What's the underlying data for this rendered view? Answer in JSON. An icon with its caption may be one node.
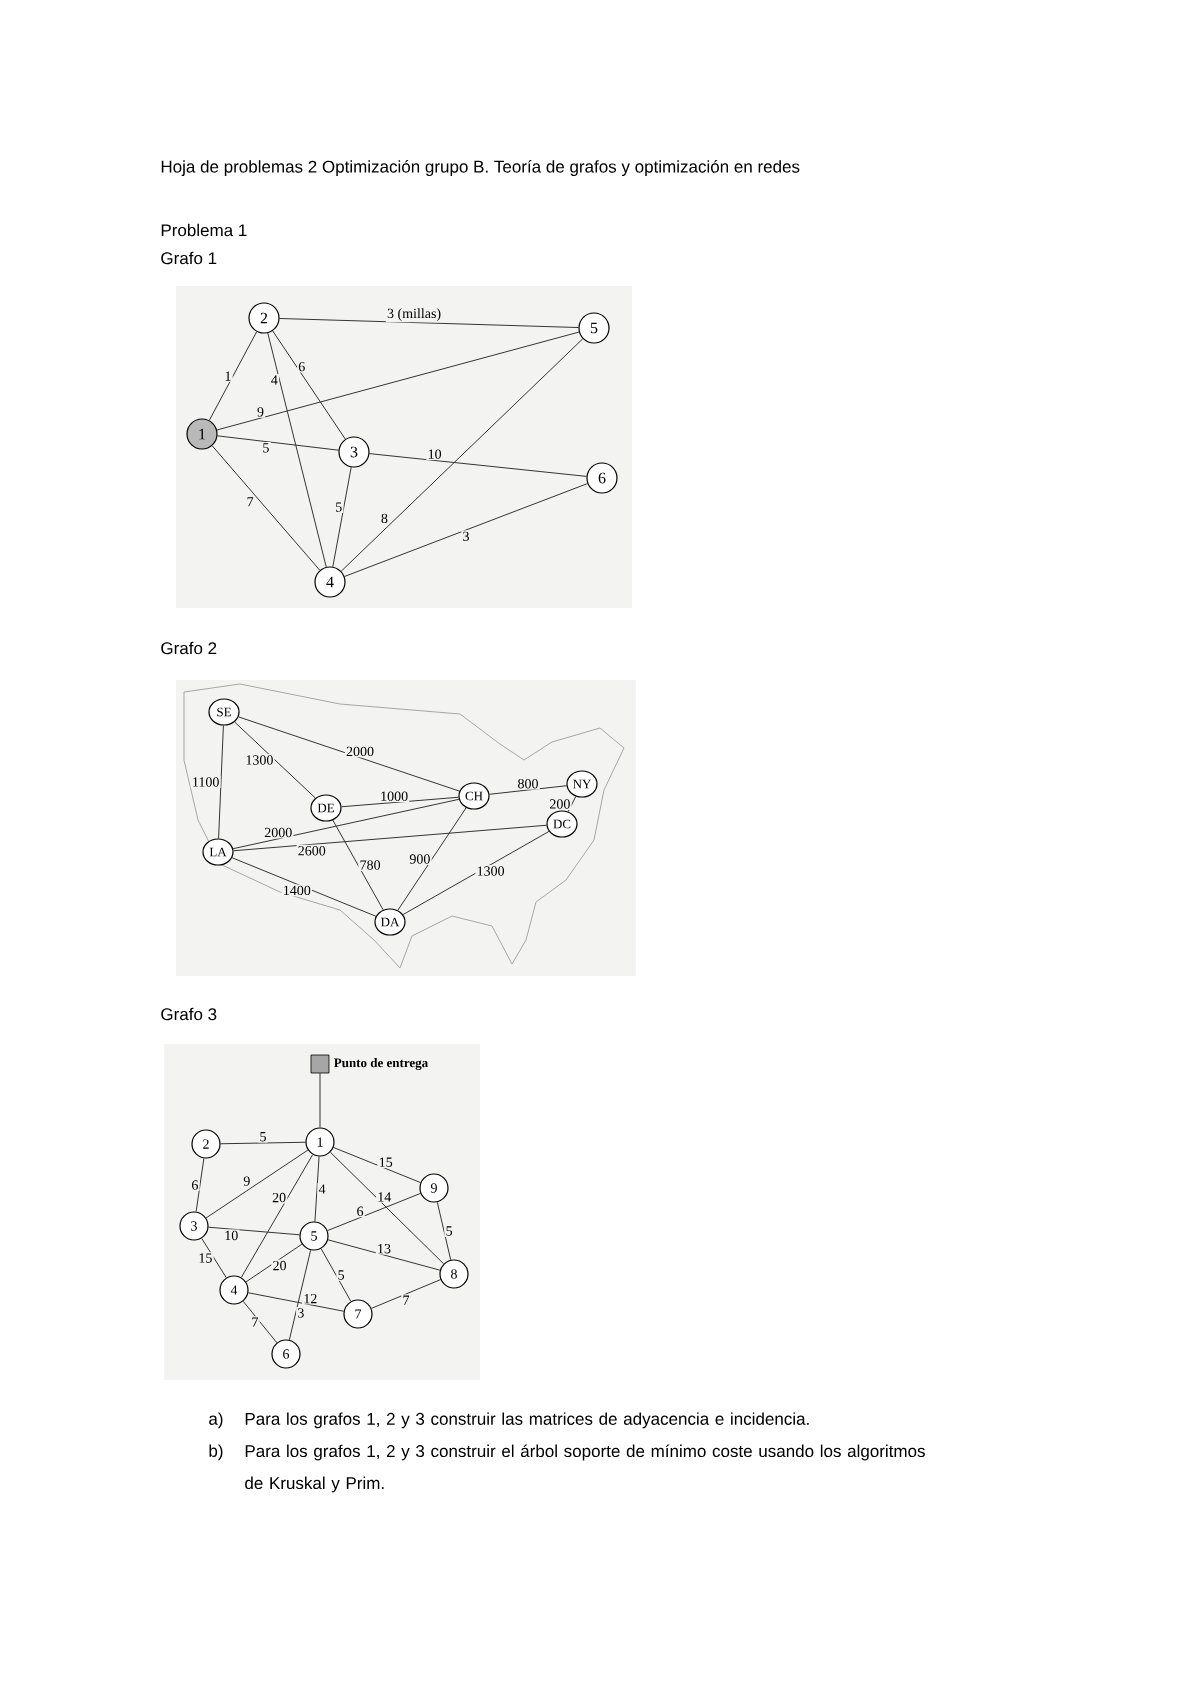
{
  "diagram": {
    "title": "Hoja de problemas 2 Optimización grupo B. Teoría de grafos y optimización en redes",
    "nodes": [
      {
        "text": [
          "1"
        ]
      },
      {
        "text": [
          "2"
        ]
      },
      {
        "text": [
          "3"
        ]
      },
      {
        "text": [
          "4"
        ]
      },
      {
        "text": [
          "5"
        ]
      },
      {
        "text": [
          "6"
        ]
      },
      {
        "text": [
          "SE"
        ]
      },
      {
        "text": [
          "DE"
        ]
      },
      {
        "text": [
          "CH"
        ]
      },
      {
        "text": [
          "NY"
        ]
      },
      {
        "text": [
          "DC"
        ]
      },
      {
        "text": [
          "LA"
        ]
      },
      {
        "text": [
          "DA"
        ]
      },
      {
        "text": [
          "Punto de entrega"
        ]
      },
      {
        "text": [
          "1"
        ]
      },
      {
        "text": [
          "2"
        ]
      },
      {
        "text": [
          "3"
        ]
      },
      {
        "text": [
          "4"
        ]
      },
      {
        "text": [
          "5"
        ]
      },
      {
        "text": [
          "6"
        ]
      },
      {
        "text": [
          "7"
        ]
      },
      {
        "text": [
          "8"
        ]
      },
      {
        "text": [
          "9"
        ]
      }
    ],
    "edges": [
      {
        "from": 1,
        "to": 4,
        "arrow": "none",
        "label": "3 (millas)"
      },
      {
        "from": 0,
        "to": 1,
        "arrow": "none",
        "label": "1"
      },
      {
        "from": 1,
        "to": 3,
        "arrow": "none",
        "label": "4"
      },
      {
        "from": 1,
        "to": 2,
        "arrow": "none",
        "label": "6"
      },
      {
        "from": 0,
        "to": 4,
        "arrow": "none",
        "label": "9"
      },
      {
        "from": 0,
        "to": 2,
        "arrow": "none",
        "label": "5"
      },
      {
        "from": 0,
        "to": 3,
        "arrow": "none",
        "label": "7"
      },
      {
        "from": 2,
        "to": 3,
        "arrow": "none",
        "label": "5"
      },
      {
        "from": 2,
        "to": 5,
        "arrow": "none",
        "label": "10"
      },
      {
        "from": 3,
        "to": 4,
        "arrow": "none",
        "label": "8"
      },
      {
        "from": 3,
        "to": 5,
        "arrow": "none",
        "label": "3"
      },
      {
        "from": 6,
        "to": 11,
        "arrow": "none",
        "label": "1100"
      },
      {
        "from": 6,
        "to": 7,
        "arrow": "none",
        "label": "1300"
      },
      {
        "from": 6,
        "to": 8,
        "arrow": "none",
        "label": "2000"
      },
      {
        "from": 7,
        "to": 8,
        "arrow": "none",
        "label": "1000"
      },
      {
        "from": 8,
        "to": 9,
        "arrow": "none",
        "label": "800"
      },
      {
        "from": 9,
        "to": 10,
        "arrow": "none",
        "label": "200"
      },
      {
        "from": 11,
        "to": 8,
        "arrow": "none",
        "label": "2000"
      },
      {
        "from": 11,
        "to": 10,
        "arrow": "none",
        "label": "2600"
      },
      {
        "from": 11,
        "to": 12,
        "arrow": "none",
        "label": "1400"
      },
      {
        "from": 7,
        "to": 12,
        "arrow": "none",
        "label": "780"
      },
      {
        "from": 8,
        "to": 12,
        "arrow": "none",
        "label": "900"
      },
      {
        "from": 12,
        "to": 10,
        "arrow": "none",
        "label": "1300"
      },
      {
        "from": 13,
        "to": 14,
        "arrow": "none"
      },
      {
        "from": 14,
        "to": 15,
        "arrow": "none",
        "label": "5"
      },
      {
        "from": 15,
        "to": 16,
        "arrow": "none",
        "label": "6"
      },
      {
        "from": 14,
        "to": 16,
        "arrow": "none",
        "label": "9"
      },
      {
        "from": 14,
        "to": 17,
        "arrow": "none",
        "label": "20"
      },
      {
        "from": 14,
        "to": 18,
        "arrow": "none",
        "label": "4"
      },
      {
        "from": 14,
        "to": 22,
        "arrow": "none",
        "label": "15"
      },
      {
        "from": 14,
        "to": 21,
        "arrow": "none",
        "label": "14"
      },
      {
        "from": 22,
        "to": 18,
        "arrow": "none",
        "label": "6"
      },
      {
        "from": 22,
        "to": 21,
        "arrow": "none",
        "label": "5"
      },
      {
        "from": 16,
        "to": 18,
        "arrow": "none",
        "label": "10"
      },
      {
        "from": 16,
        "to": 17,
        "arrow": "none",
        "label": "15"
      },
      {
        "from": 18,
        "to": 17,
        "arrow": "none",
        "label": "20"
      },
      {
        "from": 18,
        "to": 21,
        "arrow": "none",
        "label": "13"
      },
      {
        "from": 18,
        "to": 20,
        "arrow": "none",
        "label": "5"
      },
      {
        "from": 18,
        "to": 19,
        "arrow": "none",
        "label": "3"
      },
      {
        "from": 17,
        "to": 20,
        "arrow": "none",
        "label": "12"
      },
      {
        "from": 20,
        "to": 21,
        "arrow": "none",
        "label": "7"
      },
      {
        "from": 17,
        "to": 19,
        "arrow": "none",
        "label": "7"
      }
    ],
    "labels": [
      "Problema 1",
      "Grafo 1",
      "Grafo 2",
      "Grafo 3",
      "a)",
      "Para los grafos 1, 2 y 3 construir las matrices de adyacencia e incidencia.",
      "b)",
      "Para los grafos 1, 2 y 3 construir el árbol soporte de mínimo coste usando los algoritmos de Kruskal y Prim."
    ]
  }
}
